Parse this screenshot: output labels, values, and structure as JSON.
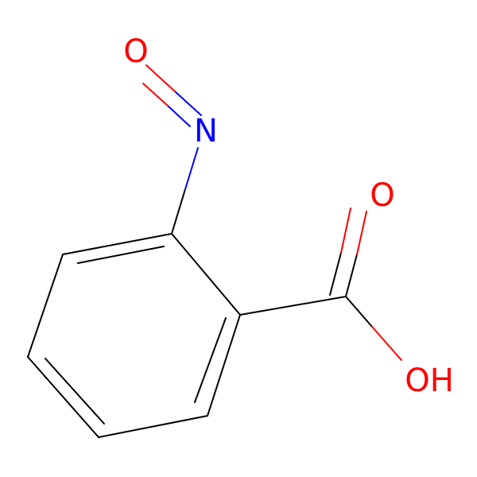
{
  "molecule": {
    "atoms": [
      {
        "id": "o_nitroso",
        "label": "O",
        "color": "#ff0000"
      },
      {
        "id": "n_nitroso",
        "label": "N",
        "color": "#0000ff"
      },
      {
        "id": "o_carbonyl",
        "label": "O",
        "color": "#ff0000"
      },
      {
        "id": "oh_hydroxyl",
        "label": "OH",
        "color": "#ff0000"
      }
    ],
    "colors": {
      "carbon_bond": "#000000",
      "oxygen": "#ff0000",
      "nitrogen": "#0000ff",
      "background": "#ffffff"
    }
  }
}
